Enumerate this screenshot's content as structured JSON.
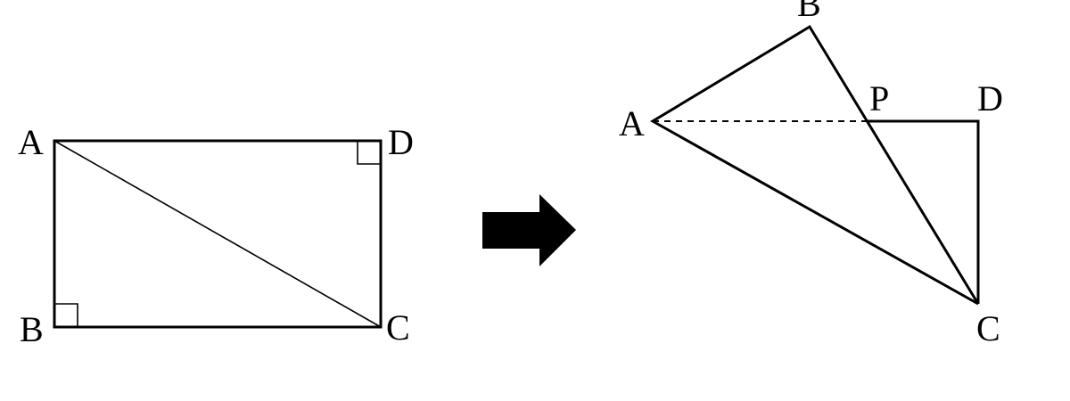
{
  "figure_left": {
    "labels": {
      "A": "A",
      "B": "B",
      "C": "C",
      "D": "D"
    }
  },
  "figure_right": {
    "labels": {
      "A": "A",
      "B": "B",
      "C": "C",
      "D": "D",
      "P": "P"
    }
  }
}
